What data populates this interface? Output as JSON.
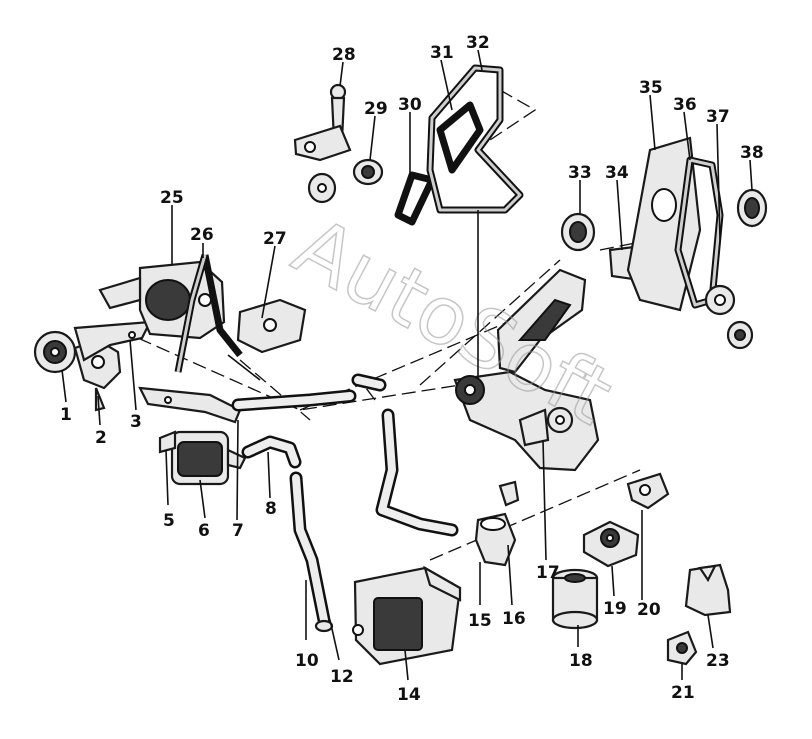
{
  "watermark": "AutoSoft",
  "callouts": [
    {
      "id": "c1",
      "number": "1"
    },
    {
      "id": "c2",
      "number": "2"
    },
    {
      "id": "c3",
      "number": "3"
    },
    {
      "id": "c5",
      "number": "5"
    },
    {
      "id": "c6",
      "number": "6"
    },
    {
      "id": "c7",
      "number": "7"
    },
    {
      "id": "c8",
      "number": "8"
    },
    {
      "id": "c10",
      "number": "10"
    },
    {
      "id": "c12",
      "number": "12"
    },
    {
      "id": "c14",
      "number": "14"
    },
    {
      "id": "c15",
      "number": "15"
    },
    {
      "id": "c16",
      "number": "16"
    },
    {
      "id": "c17",
      "number": "17"
    },
    {
      "id": "c18",
      "number": "18"
    },
    {
      "id": "c19",
      "number": "19"
    },
    {
      "id": "c20",
      "number": "20"
    },
    {
      "id": "c21",
      "number": "21"
    },
    {
      "id": "c23",
      "number": "23"
    },
    {
      "id": "c25",
      "number": "25"
    },
    {
      "id": "c26",
      "number": "26"
    },
    {
      "id": "c27",
      "number": "27"
    },
    {
      "id": "c28",
      "number": "28"
    },
    {
      "id": "c29",
      "number": "29"
    },
    {
      "id": "c30",
      "number": "30"
    },
    {
      "id": "c31",
      "number": "31"
    },
    {
      "id": "c32",
      "number": "32"
    },
    {
      "id": "c33",
      "number": "33"
    },
    {
      "id": "c34",
      "number": "34"
    },
    {
      "id": "c35",
      "number": "35"
    },
    {
      "id": "c36",
      "number": "36"
    },
    {
      "id": "c37",
      "number": "37"
    },
    {
      "id": "c38",
      "number": "38"
    }
  ]
}
